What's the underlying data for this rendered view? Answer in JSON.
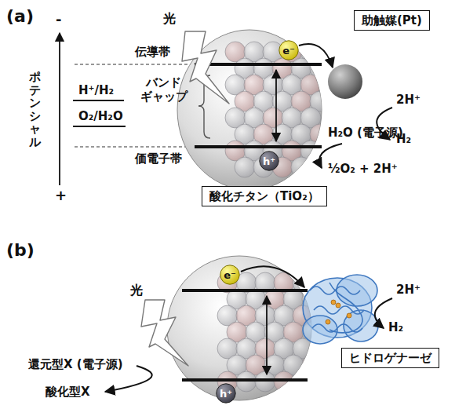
{
  "diagram": {
    "nodes": [
      {
        "text": [
          "助触媒(Pt)"
        ]
      },
      {
        "text": [
          "e⁻"
        ]
      },
      {
        "text": [
          "h⁺"
        ]
      },
      {
        "text": [
          "酸化チタン（TiO₂）"
        ]
      },
      {
        "text": [
          "e⁻"
        ]
      },
      {
        "text": [
          "ヒドロゲナーゼ"
        ]
      },
      {
        "text": [
          "h⁺"
        ]
      }
    ],
    "labels": [
      "(a)",
      "-",
      "ポテンシャル",
      "+",
      "光",
      "H⁺/H₂",
      "伝導帯",
      "O₂/H₂O",
      "バンド ギャップ",
      "価電子帯",
      "2H⁺",
      "H₂",
      "H₂O (電子源)",
      "½O₂ + 2H⁺",
      "(b)",
      "光",
      "2H⁺",
      "H₂",
      "還元型X (電子源)",
      "酸化型X"
    ]
  }
}
